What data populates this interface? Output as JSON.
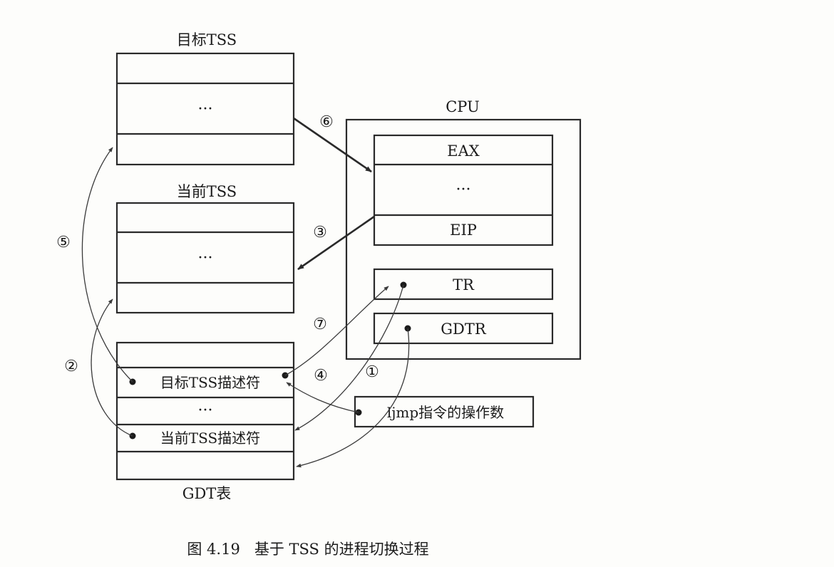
{
  "diagram": {
    "target_tss": {
      "title": "目标TSS",
      "middle": "···"
    },
    "current_tss": {
      "title": "当前TSS",
      "middle": "···"
    },
    "cpu": {
      "title": "CPU",
      "eax": "EAX",
      "middle": "···",
      "eip": "EIP",
      "tr": "TR",
      "gdtr": "GDTR"
    },
    "gdt": {
      "target_desc": "目标TSS描述符",
      "middle": "···",
      "current_desc": "当前TSS描述符",
      "label": "GDT表"
    },
    "operand": "ljmp指令的操作数",
    "steps": {
      "s1": "①",
      "s2": "②",
      "s3": "③",
      "s4": "④",
      "s5": "⑤",
      "s6": "⑥",
      "s7": "⑦"
    },
    "caption": "图 4.19   基于 TSS 的进程切换过程"
  }
}
